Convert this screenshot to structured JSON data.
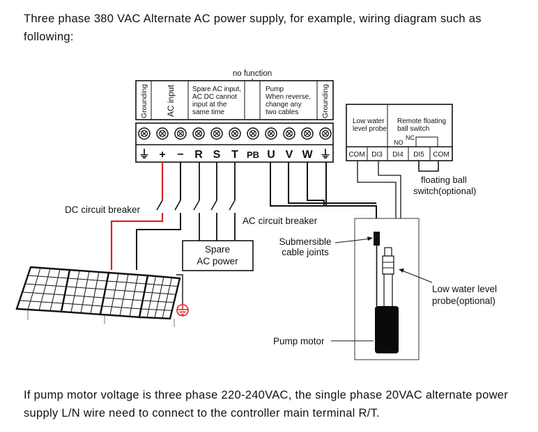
{
  "intro_text": "Three phase 380 VAC Alternate AC power supply, for example, wiring diagram such as following:",
  "outro_text": "If pump motor voltage is three phase 220-240VAC, the single phase 20VAC alternate power supply L/N wire need to connect to the controller main terminal R/T.",
  "diagram": {
    "no_function": "no function",
    "header_labels": {
      "grounding_left": "Grounding",
      "ac_input": "AC input",
      "spare_line1": "Spare AC input,",
      "spare_line2": "AC DC cannot",
      "spare_line3": "input at the",
      "spare_line4": "same time",
      "pump_line1": "Pump",
      "pump_line2": "When reverse,",
      "pump_line3": "change any",
      "pump_line4": "two cables",
      "grounding_right": "Grounding"
    },
    "terminals": [
      "⏚",
      "+",
      "−",
      "R",
      "S",
      "T",
      "PB",
      "U",
      "V",
      "W",
      "⏚"
    ],
    "right_block": {
      "low_water_line1": "Low water",
      "low_water_line2": "level probe",
      "remote_line1": "Remote floating",
      "remote_line2": "ball switch",
      "nc": "NC",
      "no": "NO",
      "terminals": [
        "COM",
        "DI3",
        "DI4",
        "DI5",
        "COM"
      ]
    },
    "floating_ball_line1": "floating ball",
    "floating_ball_line2": "switch(optional)",
    "dc_breaker": "DC circuit breaker",
    "ac_breaker": "AC circuit breaker",
    "spare_ac_line1": "Spare",
    "spare_ac_line2": "AC power",
    "cable_joints_line1": "Submersible",
    "cable_joints_line2": "cable joints",
    "low_probe_line1": "Low water level",
    "low_probe_line2": "probe(optional)",
    "pump_motor": "Pump motor",
    "colors": {
      "dc_wire": "#e02020",
      "wire": "#111111",
      "ground": "#e02020"
    }
  }
}
